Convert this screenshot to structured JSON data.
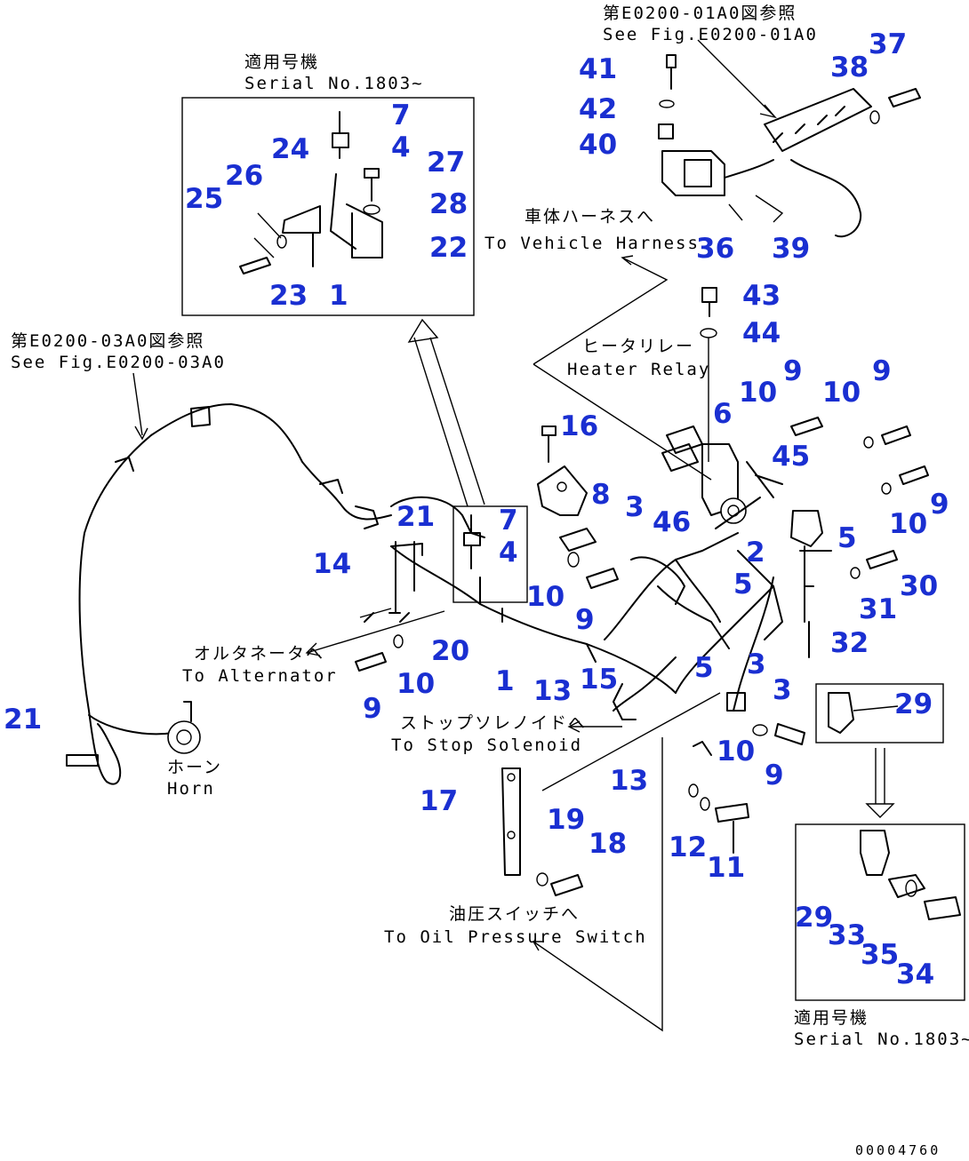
{
  "diagram": {
    "code": "00004760",
    "notes": {
      "fig_top_jp": "第E0200-01A0図参照",
      "fig_top_en": "See Fig.E0200-01A0",
      "serial_top_jp": "適用号機",
      "serial_top_en": "Serial No.1803~",
      "fig_left_jp": "第E0200-03A0図参照",
      "fig_left_en": "See Fig.E0200-03A0",
      "vehicle_jp": "車体ハーネスへ",
      "vehicle_en": "To Vehicle Harness",
      "heater_jp": "ヒータリレー",
      "heater_en": "Heater Relay",
      "alternator_jp": "オルタネータへ",
      "alternator_en": "To Alternator",
      "horn_jp": "ホーン",
      "horn_en": "Horn",
      "stop_jp": "ストップソレノイドへ",
      "stop_en": "To Stop Solenoid",
      "oil_jp": "油圧スイッチへ",
      "oil_en": "To Oil Pressure Switch",
      "serial_bottom_jp": "適用号機",
      "serial_bottom_en": "Serial No.1803~"
    },
    "callouts": {
      "c7a": "7",
      "c4a": "4",
      "c24": "24",
      "c27": "27",
      "c26": "26",
      "c25": "25",
      "c28": "28",
      "c22": "22",
      "c23": "23",
      "c1a": "1",
      "c41": "41",
      "c42": "42",
      "c40": "40",
      "c38": "38",
      "c37": "37",
      "c36": "36",
      "c39": "39",
      "c43": "43",
      "c44": "44",
      "c9a": "9",
      "c10a": "10",
      "c9b": "9",
      "c10b": "10",
      "c6": "6",
      "c45": "45",
      "c16": "16",
      "c8": "8",
      "c3a": "3",
      "c46": "46",
      "c5a": "5",
      "c9c": "9",
      "c10c": "10",
      "c2": "2",
      "c5b": "5",
      "c30": "30",
      "c31": "31",
      "c32": "32",
      "c21a": "21",
      "c7b": "7",
      "c4b": "4",
      "c14": "14",
      "c10d": "10",
      "c9d": "9",
      "c20": "20",
      "c10e": "10",
      "c9e": "9",
      "c1b": "1",
      "c15": "15",
      "c5c": "5",
      "c3b": "3",
      "c13a": "13",
      "c3c": "3",
      "c29a": "29",
      "c10f": "10",
      "c9f": "9",
      "c13b": "13",
      "c21b": "21",
      "c17": "17",
      "c19": "19",
      "c18": "18",
      "c12": "12",
      "c11": "11",
      "c29b": "29",
      "c33": "33",
      "c35": "35",
      "c34": "34"
    }
  }
}
